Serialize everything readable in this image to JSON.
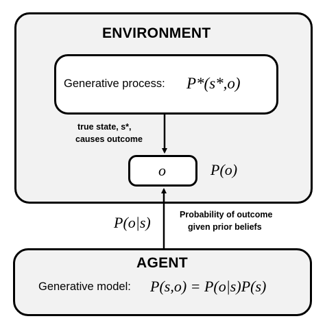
{
  "environment": {
    "title": "ENVIRONMENT",
    "generative_process_label": "Generative process:",
    "generative_process_formula": "P*(s*,o)",
    "true_state_line1": "true state, s*,",
    "true_state_line2": "causes outcome",
    "outcome_symbol": "o",
    "outcome_prob": "P(o)"
  },
  "link": {
    "likelihood_formula": "P(o|s)",
    "likelihood_line1": "Probability of outcome",
    "likelihood_line2": "given prior beliefs"
  },
  "agent": {
    "title": "AGENT",
    "generative_model_label": "Generative model:",
    "generative_model_formula": "P(s,o) = P(o|s)P(s)"
  }
}
